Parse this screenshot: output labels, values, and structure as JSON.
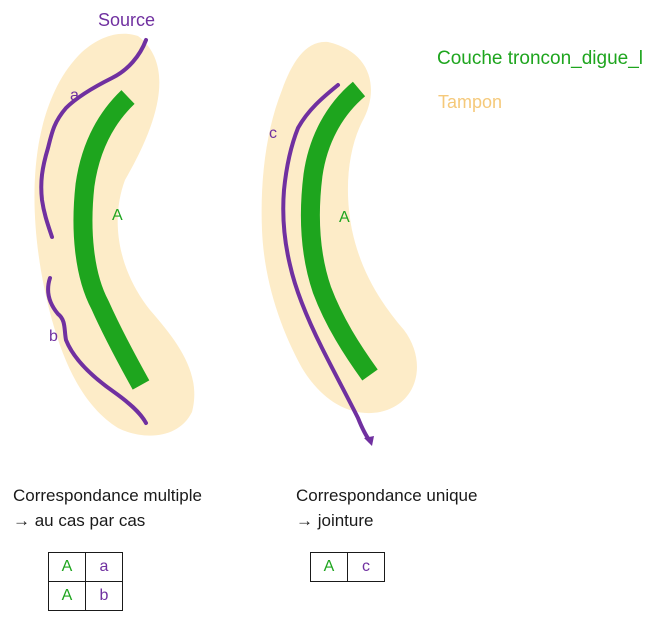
{
  "colors": {
    "buffer": "#fdecc8",
    "layer": "#1ea51e",
    "source": "#7030a0",
    "text": "#1a1a1a"
  },
  "labels": {
    "source": "Source",
    "a": "a",
    "b": "b",
    "c": "c",
    "A_left": "A",
    "A_right": "A"
  },
  "legend": {
    "layer": "Couche troncon_digue_l",
    "buffer": "Tampon"
  },
  "captions": {
    "multiple_title": "Correspondance multiple",
    "multiple_rule": "→ au cas par cas",
    "unique_title": "Correspondance unique",
    "unique_rule": "→ jointure"
  },
  "tables": {
    "multiple": [
      [
        "A",
        "a"
      ],
      [
        "A",
        "b"
      ]
    ],
    "unique": [
      [
        "A",
        "c"
      ]
    ]
  }
}
